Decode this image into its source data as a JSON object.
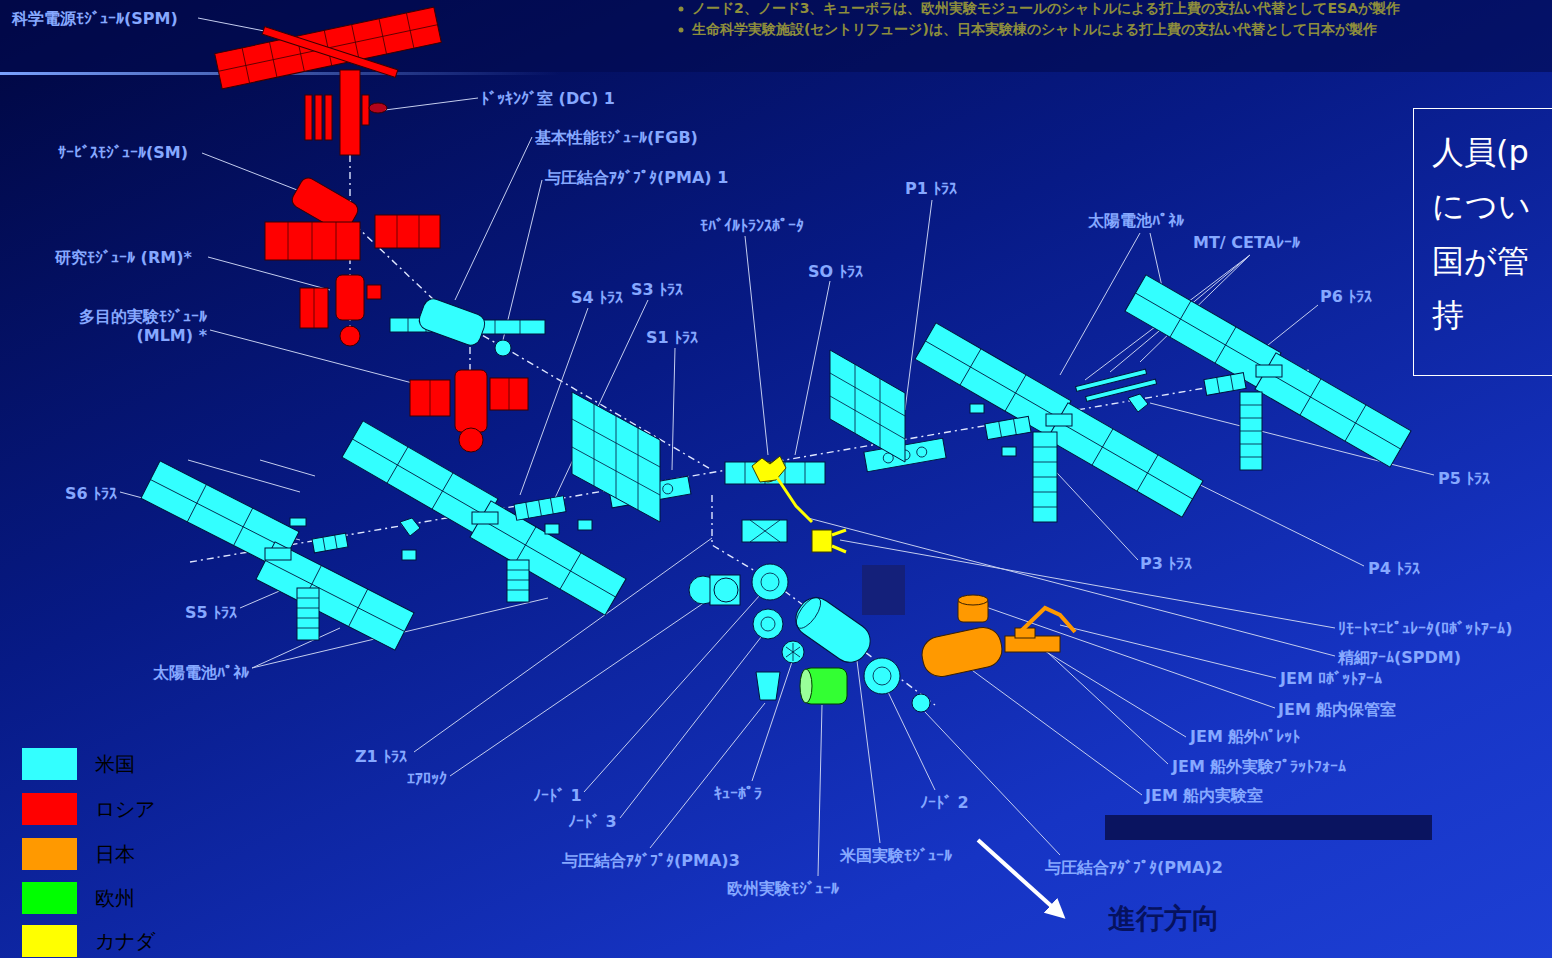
{
  "diagram": {
    "nodes": [
      {
        "text": [
          "人員(p につい 国が管 持"
        ]
      }
    ],
    "labels": [
      "ノード2、ノード3、キューポラは、欧州実験モジュールのシャトルによる打上費の支払い代替としてESAが製作",
      "生命科学実験施設(セントリフュージ)は、日本実験棟のシャトルによる打上費の支払い代替として日本が製作",
      "科学電源ﾓｼﾞｭｰﾙ(SPM)",
      "ﾄﾞｯｷﾝｸﾞ室 (DC) 1",
      "基本性能ﾓｼﾞｭｰﾙ(FGB)",
      "ｻｰﾋﾞｽﾓｼﾞｭｰﾙ(SM)",
      "与圧結合ｱﾀﾞﾌﾟﾀ(PMA) 1",
      "P1 ﾄﾗｽ",
      "太陽電池ﾊﾟﾈﾙ",
      "ﾓﾊﾞｲﾙﾄﾗﾝｽﾎﾟｰﾀ",
      "MT/ CETAﾚｰﾙ",
      "研究ﾓｼﾞｭｰﾙ (RM)*",
      "SO ﾄﾗｽ",
      "S3 ﾄﾗｽ",
      "S4 ﾄﾗｽ",
      "P6 ﾄﾗｽ",
      "多目的実験ﾓｼﾞｭｰﾙ (MLM) *",
      "S1 ﾄﾗｽ",
      "S6 ﾄﾗｽ",
      "P5 ﾄﾗｽ",
      "P3 ﾄﾗｽ",
      "P4 ﾄﾗｽ",
      "S5 ﾄﾗｽ",
      "ﾘﾓｰﾄﾏﾆﾋﾟｭﾚｰﾀ(ﾛﾎﾞｯﾄｱｰﾑ)",
      "精細ｱｰﾑ(SPDM)",
      "太陽電池ﾊﾟﾈﾙ",
      "JEM ﾛﾎﾞｯﾄｱｰﾑ",
      "JEM 船内保管室",
      "JEM 船外ﾊﾟﾚｯﾄ",
      "Z1 ﾄﾗｽ",
      "JEM 船外実験ﾌﾟﾗｯﾄﾌｫｰﾑ",
      "ｴｱﾛｯｸ",
      "ﾉｰﾄﾞ 1",
      "ｷｭｰﾎﾟﾗ",
      "JEM 船内実験室",
      "ﾉｰﾄﾞ 2",
      "ﾉｰﾄﾞ 3",
      "米国実験ﾓｼﾞｭｰﾙ",
      "与圧結合ｱﾀﾞﾌﾟﾀ(PMA)3",
      "与圧結合ｱﾀﾞﾌﾟﾀ(PMA)2",
      "欧州実験ﾓｼﾞｭｰﾙ",
      "進行方向"
    ],
    "legend": [
      {
        "text": "米国",
        "color": "#33FFFF"
      },
      {
        "text": "ロシア",
        "color": "#FF0000"
      },
      {
        "text": "日本",
        "color": "#FF9900"
      },
      {
        "text": "欧州",
        "color": "#00FF00"
      },
      {
        "text": "カナダ",
        "color": "#FFFF00"
      }
    ]
  }
}
